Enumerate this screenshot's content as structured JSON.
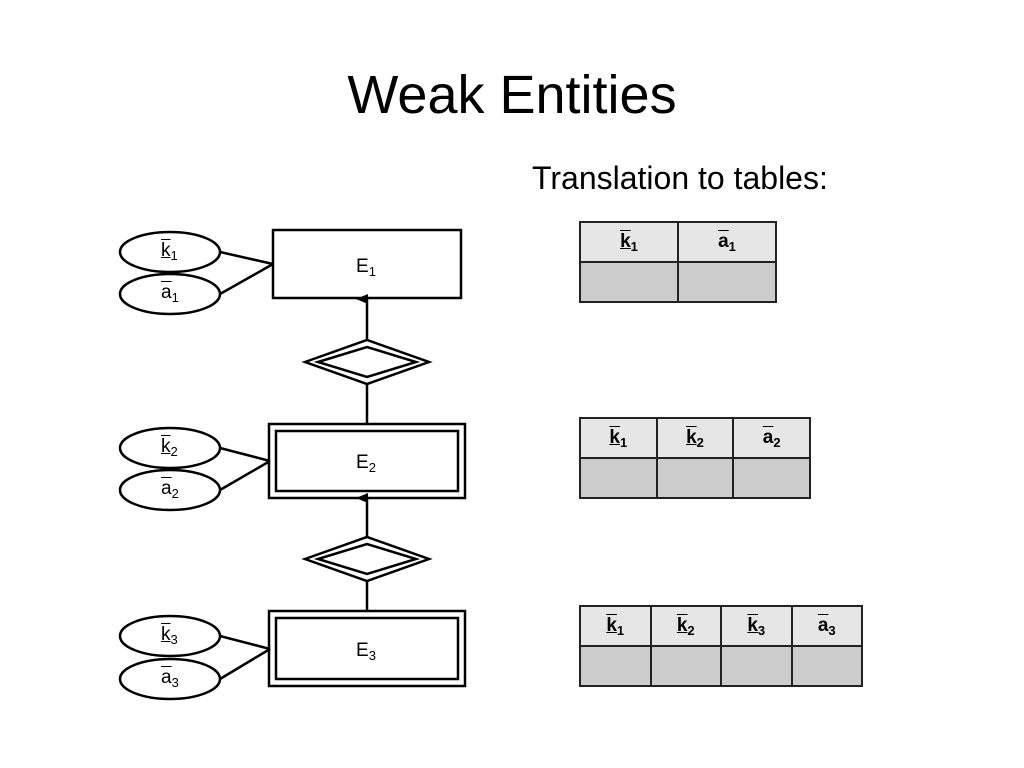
{
  "title": "Weak Entities",
  "subtitle": "Translation to tables:",
  "entities": [
    {
      "name": "E",
      "sub": "1",
      "weak": false,
      "key": {
        "base": "k",
        "sub": "1"
      },
      "attr": {
        "base": "a",
        "sub": "1"
      }
    },
    {
      "name": "E",
      "sub": "2",
      "weak": true,
      "key": {
        "base": "k",
        "sub": "2"
      },
      "attr": {
        "base": "a",
        "sub": "2"
      }
    },
    {
      "name": "E",
      "sub": "3",
      "weak": true,
      "key": {
        "base": "k",
        "sub": "3"
      },
      "attr": {
        "base": "a",
        "sub": "3"
      }
    }
  ],
  "relationships": [
    {
      "type": "identifying",
      "from": "E2",
      "to": "E1"
    },
    {
      "type": "identifying",
      "from": "E3",
      "to": "E2"
    }
  ],
  "tables": [
    {
      "columns": [
        {
          "base": "k",
          "sub": "1",
          "key": true
        },
        {
          "base": "a",
          "sub": "1",
          "key": false
        }
      ]
    },
    {
      "columns": [
        {
          "base": "k",
          "sub": "1",
          "key": true
        },
        {
          "base": "k",
          "sub": "2",
          "key": true
        },
        {
          "base": "a",
          "sub": "2",
          "key": false
        }
      ]
    },
    {
      "columns": [
        {
          "base": "k",
          "sub": "1",
          "key": true
        },
        {
          "base": "k",
          "sub": "2",
          "key": true
        },
        {
          "base": "k",
          "sub": "3",
          "key": true
        },
        {
          "base": "a",
          "sub": "3",
          "key": false
        }
      ]
    }
  ]
}
